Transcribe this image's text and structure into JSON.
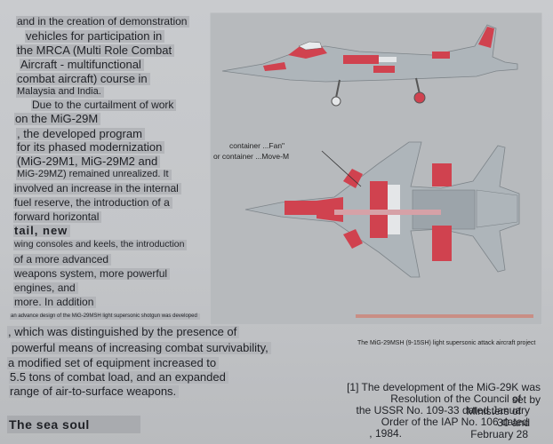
{
  "body_lines": [
    "and in the creation of demonstration",
    "vehicles for participation in",
    "the MRCA (Multi Role Combat",
    "Aircraft - multifunctional",
    "combat aircraft) course in",
    "Malaysia and India.",
    "Due to the curtailment of work",
    "on the MiG-29M",
    ", the developed program",
    "for its phased modernization",
    "(MiG-29M1, MiG-29M2 and",
    "MiG-29MZ) remained unrealized. It",
    "involved an increase in the internal",
    "fuel reserve, the introduction of a",
    "forward horizontal",
    "tail, new",
    "wing consoles and keels, the introduction",
    "of a more advanced",
    "weapons system, more powerful",
    "engines, and",
    "more. In addition",
    "an advance design of the MiG-29MSH light supersonic shotgun was developed",
    ", which was distinguished by the presence of",
    "powerful means of increasing combat survivability,",
    "a modified set of equipment increased to",
    "5.5 tons of combat load, and an expanded",
    "range of air-to-surface weapons."
  ],
  "section_heading": "The sea soul",
  "figure": {
    "callout_1": "container ...Fan\"",
    "callout_2": "or container ...Move-M",
    "caption": "The MiG-29MSH (9-15SH) light supersonic attack aircraft project",
    "colors": {
      "camo_grey": "#aeb5ba",
      "camo_red": "#d0424f",
      "frame": "#b7babd"
    }
  },
  "footnote": [
    "[1] The development of the MiG-29K was set by",
    "Resolution of the Council of Ministers of",
    "the USSR No. 109-33 dated January 30 and",
    "Order of the IAP No. 106 dated February 28",
    ", 1984."
  ]
}
